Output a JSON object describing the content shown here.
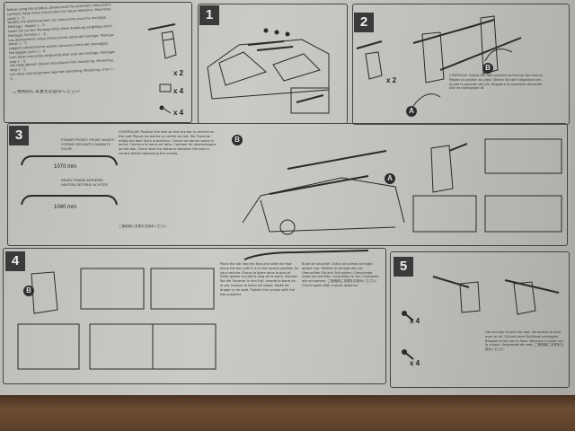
{
  "document": {
    "steps": [
      "1",
      "2",
      "3",
      "4",
      "5"
    ],
    "quantities": {
      "foot_parts": "x 2",
      "pad_parts": "x 4",
      "screw_parts": "x 4",
      "step2_feet": "x 2",
      "step5_key": "x 4",
      "step5_screw": "x 4"
    },
    "bar_lengths": {
      "front": "1070 mm",
      "rear": "1040 mm"
    },
    "bar_captions": {
      "front": "FRAME FRONT/ FRONT AVANT/ VORNE/ DELANTE/ DAVANTI/ VOOR",
      "rear": "REAR/ FRAME ARRIÈRE/ HINTEN/ DETRÁS/ ACHTER"
    },
    "callouts": {
      "a": "A",
      "b": "B"
    },
    "jp_text": "ご使用前に本書をお読みください"
  }
}
